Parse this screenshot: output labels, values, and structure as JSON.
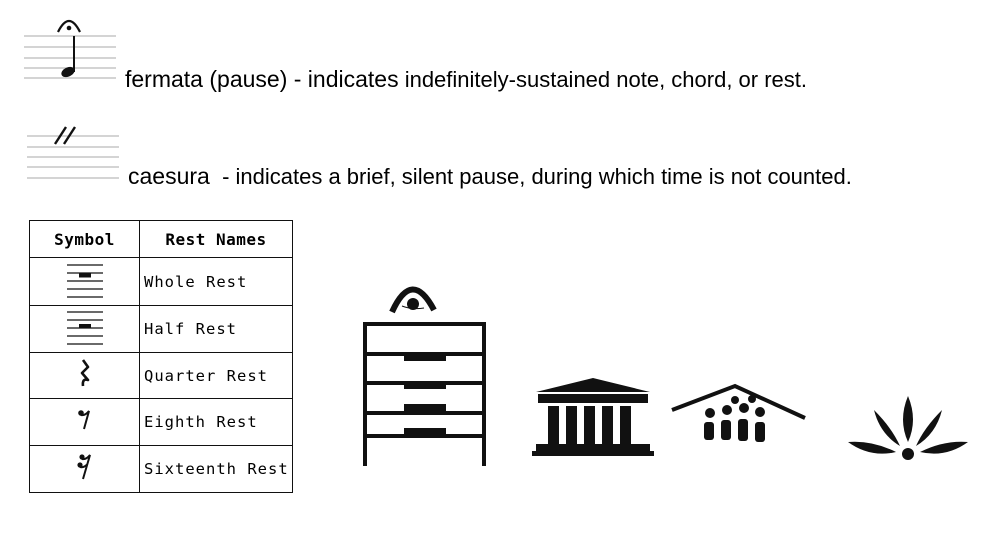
{
  "fermata": {
    "term": "fermata (pause) - indicates",
    "description": " indefinitely-sustained note, chord, or rest."
  },
  "caesura": {
    "term": "caesura",
    "description": "- indicates a brief, silent pause, during which time is not counted."
  },
  "rest_table": {
    "headers": [
      "Symbol",
      "Rest Names"
    ],
    "rows": [
      {
        "name": "Whole Rest",
        "symbol": "whole-rest-icon"
      },
      {
        "name": "Half Rest",
        "symbol": "half-rest-icon"
      },
      {
        "name": "Quarter Rest",
        "symbol": "quarter-rest-icon"
      },
      {
        "name": "Eighth Rest",
        "symbol": "eighth-rest-icon"
      },
      {
        "name": "Sixteenth Rest",
        "symbol": "sixteenth-rest-icon"
      }
    ]
  },
  "illustrations": [
    "fermata-drawers-icon",
    "temple-icon",
    "people-under-roof-icon",
    "burst-icon"
  ]
}
